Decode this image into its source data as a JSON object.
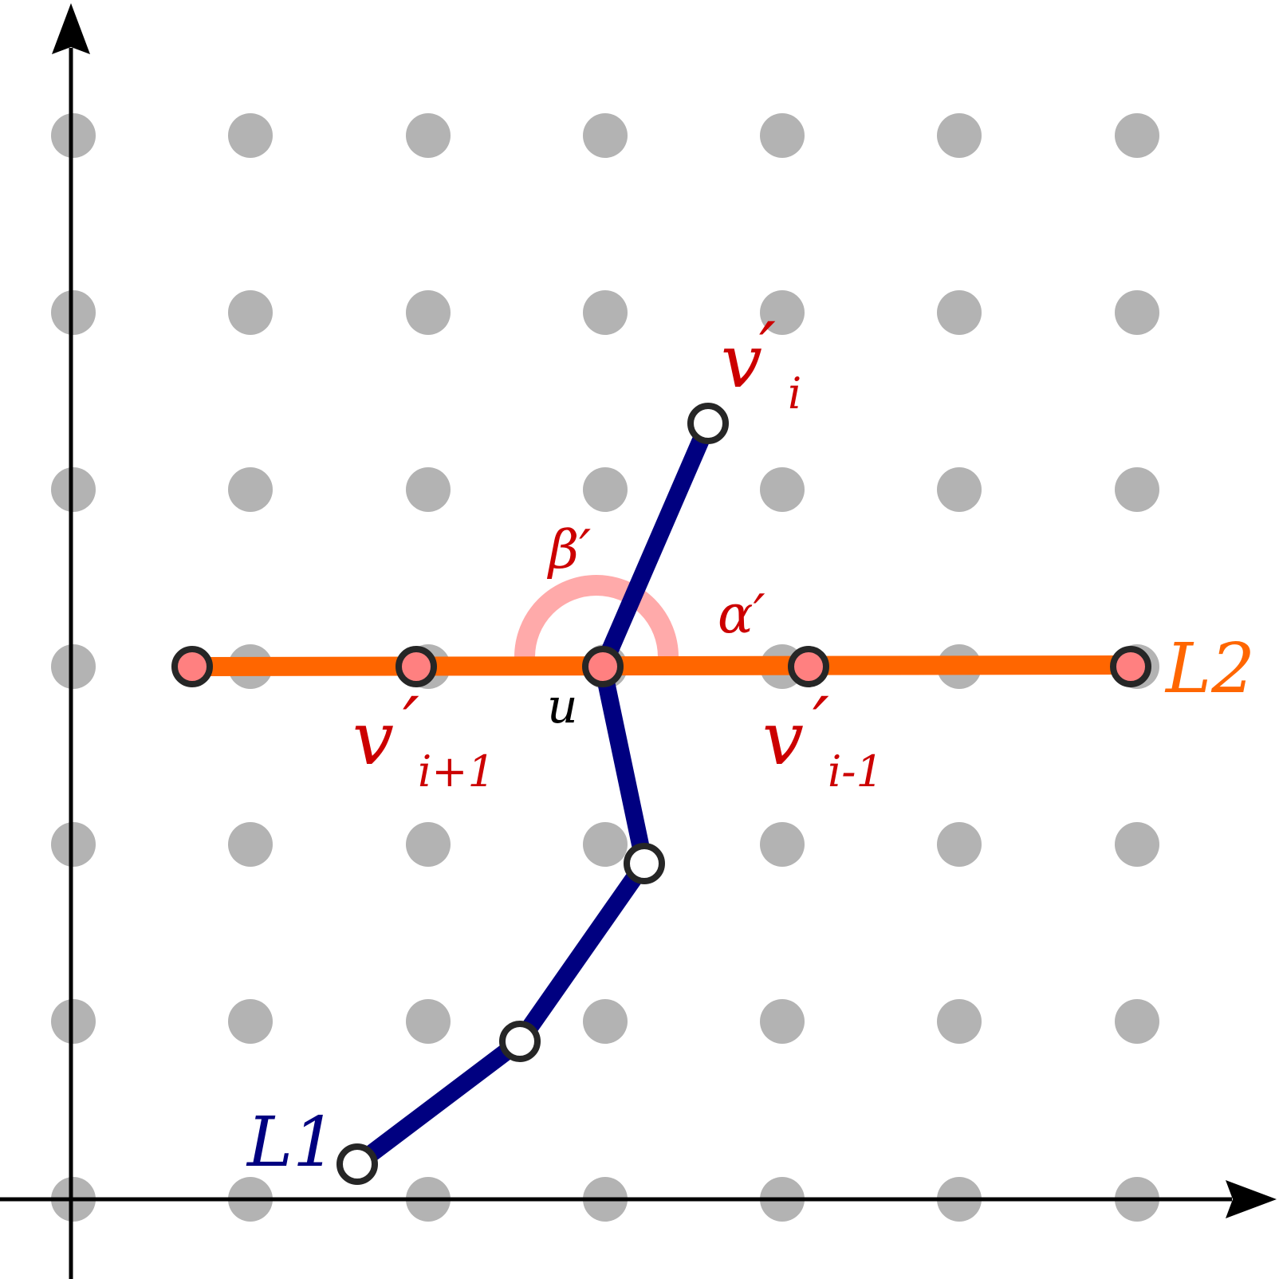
{
  "diagram": {
    "colors": {
      "grid_dot": "#b3b3b3",
      "axis": "#000000",
      "line_L1": "#000080",
      "line_L2": "#ff6600",
      "vertex_open_fill": "#ffffff",
      "vertex_filled_fill": "#ff8080",
      "vertex_stroke": "#262626",
      "angle_arc": "#ffaaaa",
      "label_red": "#cc0000",
      "label_black": "#000000"
    },
    "grid": {
      "cols": 7,
      "rows": 7
    },
    "lines": {
      "L1": {
        "label": "L1"
      },
      "L2": {
        "label": "L2"
      }
    },
    "labels": {
      "v_i": {
        "base": "v",
        "prime": "′",
        "sub": "i"
      },
      "v_i_plus": {
        "base": "v",
        "prime": "′",
        "sub": "i+1"
      },
      "v_i_minus": {
        "base": "v",
        "prime": "′",
        "sub": "i-1"
      },
      "u": "u",
      "alpha": "α′",
      "beta": "β′"
    }
  }
}
